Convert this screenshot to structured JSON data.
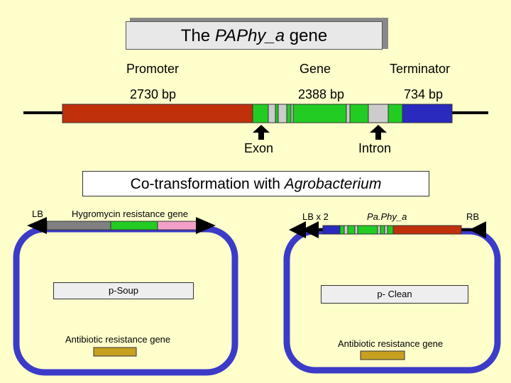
{
  "title": {
    "prefix": "The ",
    "gene_italic": "PAPhy_a",
    "suffix": " gene"
  },
  "gene_map": {
    "promoter_label": "Promoter",
    "gene_label": "Gene",
    "terminator_label": "Terminator",
    "promoter_bp": "2730 bp",
    "gene_bp": "2388 bp",
    "terminator_bp": "734 bp",
    "exon_label": "Exon",
    "intron_label": "Intron"
  },
  "cotransformation": {
    "prefix": "Co-transformation with ",
    "italic": "Agrobacterium"
  },
  "left_plasmid": {
    "lb_label": "LB",
    "cassette_label": "Hygromycin resistance gene",
    "name": "p-Soup",
    "antibiotic_label": "Antibiotic resistance gene"
  },
  "right_plasmid": {
    "lb_label": "LB x 2",
    "gene_label": "Pa.Phy_a",
    "rb_label": "RB",
    "name": "p- Clean",
    "antibiotic_label": "Antibiotic resistance gene"
  },
  "colors": {
    "background": "#ffffcc",
    "promoter": "#c0300a",
    "exon": "#22cc22",
    "intron": "#cccccc",
    "terminator": "#2a2abf",
    "plasmid_ring": "#3b3bc8",
    "hygromycin_gray": "#808080",
    "pink": "#f2a0c8",
    "antibiotic_gold": "#c8a020"
  }
}
